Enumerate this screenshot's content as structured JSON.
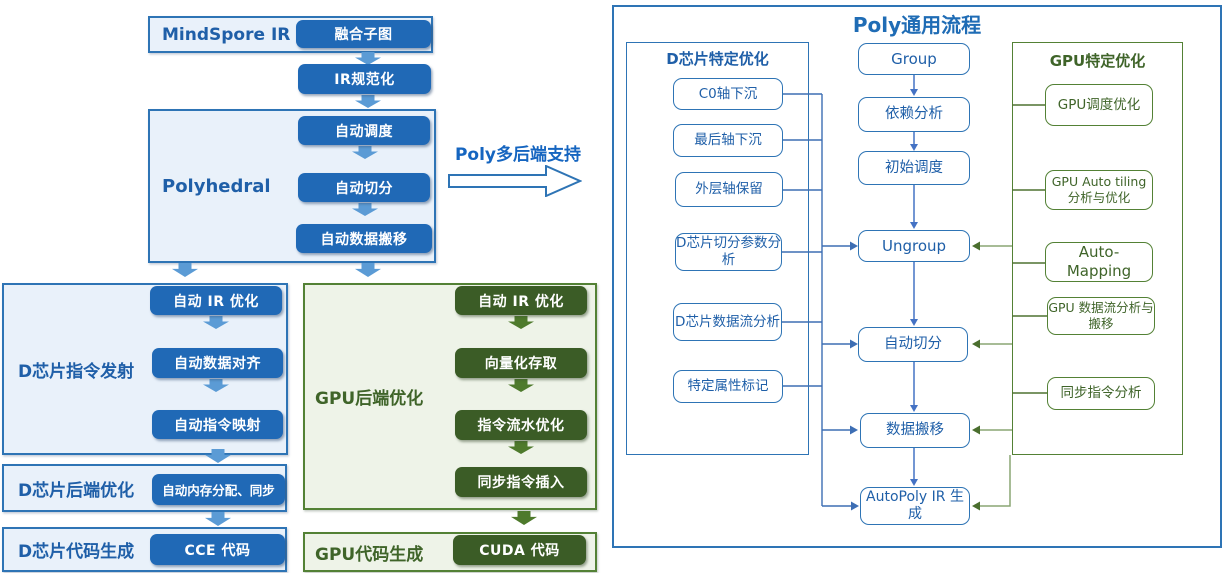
{
  "left_flow": {
    "mindspore": {
      "label": "MindSpore IR",
      "box": "融合子图"
    },
    "ir_norm": "IR规范化",
    "polyhedral": {
      "label": "Polyhedral",
      "boxes": [
        "自动调度",
        "自动切分",
        "自动数据搬移"
      ]
    },
    "poly_arrow_label": "Poly多后端支持",
    "d_instr": {
      "label": "D芯片指令发射",
      "boxes": [
        "自动 IR 优化",
        "自动数据对齐",
        "自动指令映射"
      ]
    },
    "d_backend": {
      "label": "D芯片后端优化",
      "box": "自动内存分配、同步"
    },
    "d_codegen": {
      "label": "D芯片代码生成",
      "box": "CCE 代码"
    },
    "gpu_backend": {
      "label": "GPU后端优化",
      "boxes": [
        "自动 IR 优化",
        "向量化存取",
        "指令流水优化",
        "同步指令插入"
      ]
    },
    "gpu_codegen": {
      "label": "GPU代码生成",
      "box": "CUDA 代码"
    }
  },
  "right_panel": {
    "title": "Poly通用流程",
    "d_column": {
      "header": "D芯片特定优化",
      "boxes": [
        "C0轴下沉",
        "最后轴下沉",
        "外层轴保留",
        "D芯片切分参数分析",
        "D芯片数据流分析",
        "特定属性标记"
      ]
    },
    "center_column": {
      "boxes": [
        "Group",
        "依赖分析",
        "初始调度",
        "Ungroup",
        "自动切分",
        "数据搬移",
        "AutoPoly IR 生成"
      ]
    },
    "gpu_column": {
      "header": "GPU特定优化",
      "boxes": [
        "GPU调度优化",
        "GPU Auto tiling 分析与优化",
        "Auto-Mapping",
        "GPU 数据流分析与搬移",
        "同步指令分析"
      ]
    }
  },
  "colors": {
    "blue_fill": "#2069b6",
    "blue_border": "#2e74b5",
    "blue_text": "#1f5fa8",
    "lightblue": "#e9f1fa",
    "green_fill": "#3b5c26",
    "green_border": "#538135",
    "green_text": "#3f6429",
    "lightgreen": "#eef3e8",
    "arrow_blue": "#5b9bd5",
    "arrow_green": "#4e7a2c",
    "line_blue": "#3d6eb4",
    "line_green_dark": "#4f7231",
    "line_green_light": "#8aa573"
  }
}
